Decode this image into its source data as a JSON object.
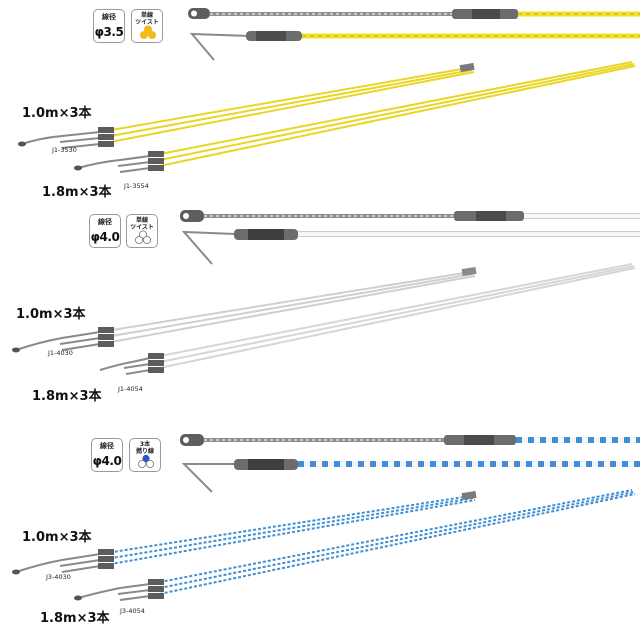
{
  "colors": {
    "yellow": "#f2e02a",
    "white_rope": "#f6f6f6",
    "white_rope_outline": "#cfcfcf",
    "blue": "#3f8fd4",
    "metal": "#6c6c6c",
    "cable": "#9a9a9a",
    "badge_icon_yellow": "#f5b81c",
    "badge_icon_blue": "#2553c9"
  },
  "sections": [
    {
      "variant": "yellow",
      "badge_diameter": {
        "top": "線径",
        "main": "φ3.5"
      },
      "badge_type": {
        "top_lines": [
          "単線",
          "ツイスト"
        ],
        "icon": "three-circles-yellow-icon"
      },
      "set_a": {
        "length": "1.0m×3本",
        "code": "J1-3530"
      },
      "set_b": {
        "length": "1.8m×3本",
        "code": "J1-3554"
      }
    },
    {
      "variant": "white",
      "badge_diameter": {
        "top": "線径",
        "main": "φ4.0"
      },
      "badge_type": {
        "top_lines": [
          "単線",
          "ツイスト"
        ],
        "icon": "three-circles-outline-icon"
      },
      "set_a": {
        "length": "1.0m×3本",
        "code": "J1-4030"
      },
      "set_b": {
        "length": "1.8m×3本",
        "code": "J1-4054"
      }
    },
    {
      "variant": "blue",
      "badge_diameter": {
        "top": "線径",
        "main": "φ4.0"
      },
      "badge_type": {
        "top_lines": [
          "3本",
          "撚り線"
        ],
        "icon": "three-circles-blue-white-icon"
      },
      "set_a": {
        "length": "1.0m×3本",
        "code": "J3-4030"
      },
      "set_b": {
        "length": "1.8m×3本",
        "code": "J3-4054"
      }
    }
  ]
}
